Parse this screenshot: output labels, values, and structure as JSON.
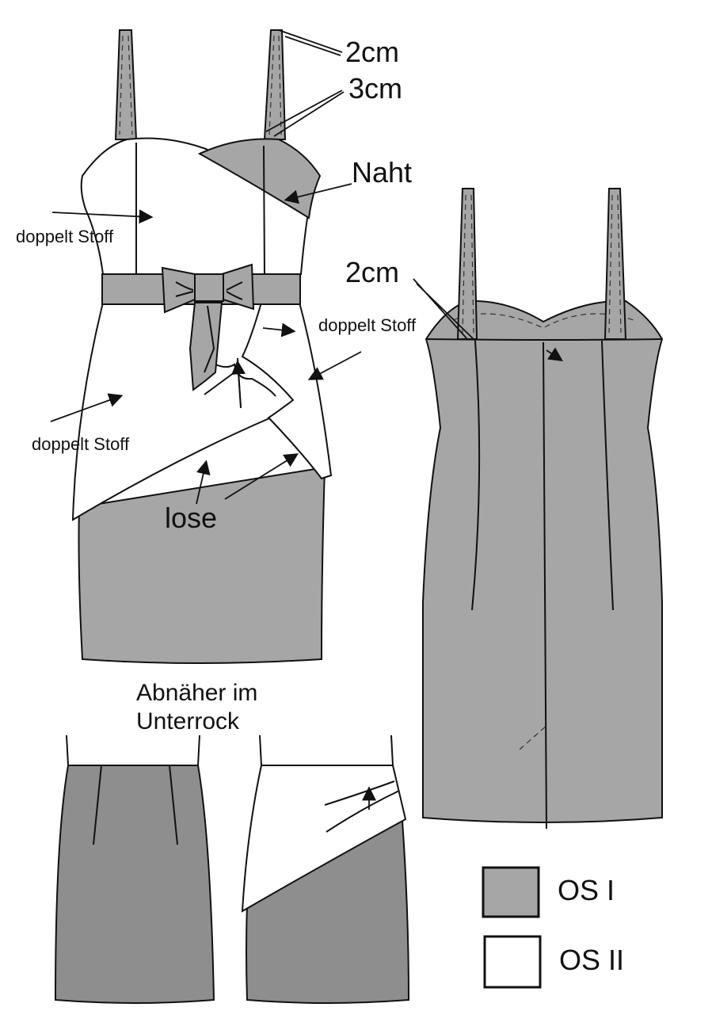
{
  "colors": {
    "os1": "#a6a6a6",
    "os2": "#ffffff",
    "skirt_dark": "#8e8e8e",
    "outline": "#111111"
  },
  "labels": {
    "strap_2cm_top": "2cm",
    "strap_3cm": "3cm",
    "seam": "Naht",
    "double_fabric_1": "doppelt Stoff",
    "double_fabric_2": "doppelt Stoff",
    "double_fabric_3": "doppelt Stoff",
    "loose": "lose",
    "strap_2cm_back": "2cm",
    "darts_line1": "Abnäher im",
    "darts_line2": "Unterrock"
  },
  "legend": [
    {
      "label": "OS I",
      "color": "#a6a6a6"
    },
    {
      "label": "OS II",
      "color": "#ffffff"
    }
  ]
}
